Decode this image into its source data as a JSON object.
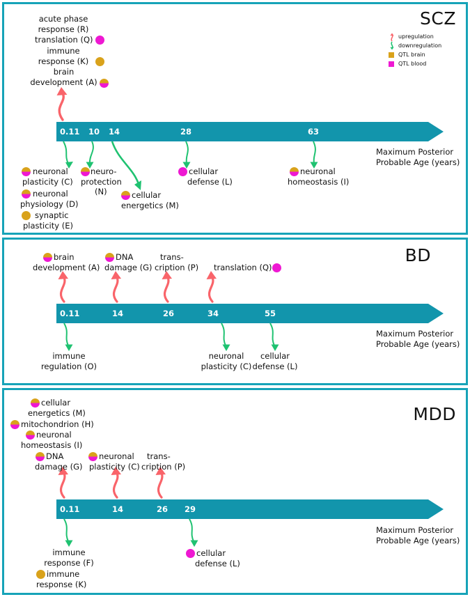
{
  "axis_caption": {
    "line1": "Maximum Posterior",
    "line2": "Probable Age (years)"
  },
  "legend": {
    "upregulation": "upregulation",
    "downregulation": "downregulation",
    "qtl_brain": "QTL brain",
    "qtl_blood": "QTL blood",
    "color_up": "#f9646a",
    "color_down": "#1fc271",
    "color_brain": "#d9a21b",
    "color_blood": "#ee18d2"
  },
  "colors": {
    "bar": "#1295ac",
    "border": "#16a3b8",
    "upregulation_arrow": "#f9646a",
    "downregulation_arrow": "#1fc271",
    "tick_text": "#ffffff"
  },
  "panels": [
    {
      "id": "scz",
      "title": "SCZ",
      "ticks": [
        "0.11",
        "10",
        "14",
        "28",
        "63"
      ],
      "above": [
        {
          "line1": "acute phase",
          "line2": "response (R)",
          "qtl": "none",
          "key": "R"
        },
        {
          "line1": "translation (Q)",
          "line2": "",
          "qtl": "blood",
          "key": "Q"
        },
        {
          "line1": "immune",
          "line2": "response (K)",
          "qtl": "brain",
          "key": "K"
        },
        {
          "line1": "brain",
          "line2": "development (A)",
          "qtl": "both",
          "key": "A"
        }
      ],
      "below": [
        {
          "line1": "neuronal",
          "line2": "plasticity (C)",
          "qtl": "both",
          "key": "C"
        },
        {
          "line1": "neuronal",
          "line2": "physiology (D)",
          "qtl": "both",
          "key": "D"
        },
        {
          "line1": "synaptic",
          "line2": "plasticity (E)",
          "qtl": "brain",
          "key": "E"
        },
        {
          "line1": "neuro-",
          "line2": "protection",
          "line3": "(N)",
          "qtl": "both",
          "key": "N"
        },
        {
          "line1": "cellular",
          "line2": "energetics (M)",
          "qtl": "both",
          "key": "M"
        },
        {
          "line1": "cellular",
          "line2": "defense (L)",
          "qtl": "blood",
          "key": "L"
        },
        {
          "line1": "neuronal",
          "line2": "homeostasis (I)",
          "qtl": "both",
          "key": "I"
        }
      ]
    },
    {
      "id": "bd",
      "title": "BD",
      "ticks": [
        "0.11",
        "14",
        "26",
        "34",
        "55"
      ],
      "above": [
        {
          "line1": "brain",
          "line2": "development (A)",
          "qtl": "both",
          "key": "A"
        },
        {
          "line1": "DNA",
          "line2": "damage (G)",
          "qtl": "both",
          "key": "G"
        },
        {
          "line1": "trans-",
          "line2": "cription (P)",
          "qtl": "none",
          "key": "P"
        },
        {
          "line1": "translation (Q)",
          "line2": "",
          "qtl": "blood",
          "key": "Q"
        }
      ],
      "below": [
        {
          "line1": "immune",
          "line2": "regulation (O)",
          "qtl": "none",
          "key": "O"
        },
        {
          "line1": "neuronal",
          "line2": "plasticity (C)",
          "qtl": "none",
          "key": "C"
        },
        {
          "line1": "cellular",
          "line2": "defense (L)",
          "qtl": "none",
          "key": "L"
        }
      ]
    },
    {
      "id": "mdd",
      "title": "MDD",
      "ticks": [
        "0.11",
        "14",
        "26",
        "29"
      ],
      "above": [
        {
          "line1": "cellular",
          "line2": "energetics (M)",
          "qtl": "both",
          "key": "M"
        },
        {
          "line1": "mitochondrion (H)",
          "line2": "",
          "qtl": "both",
          "key": "H"
        },
        {
          "line1": "neuronal",
          "line2": "homeostasis (I)",
          "qtl": "both",
          "key": "I"
        },
        {
          "line1": "DNA",
          "line2": "damage (G)",
          "qtl": "both",
          "key": "G"
        },
        {
          "line1": "neuronal",
          "line2": "plasticity (C)",
          "qtl": "both",
          "key": "C"
        },
        {
          "line1": "trans-",
          "line2": "cription (P)",
          "qtl": "none",
          "key": "P"
        }
      ],
      "below": [
        {
          "line1": "immune",
          "line2": "response (F)",
          "qtl": "none",
          "key": "F"
        },
        {
          "line1": "immune",
          "line2": "response (K)",
          "qtl": "brain",
          "key": "K"
        },
        {
          "line1": "cellular",
          "line2": "defense (L)",
          "qtl": "blood",
          "key": "L"
        }
      ]
    }
  ],
  "chart_data": {
    "type": "timeline",
    "title": "Maximum posterior probable age of gene co-expression module dysregulation in psychiatric disorders",
    "xlabel": "Maximum Posterior Probable Age (years)",
    "series": [
      {
        "name": "SCZ",
        "x": [
          0.11,
          10,
          14,
          28,
          63
        ],
        "tick_labels": [
          "0.11",
          "10",
          "14",
          "28",
          "63"
        ],
        "events": [
          {
            "age": "0.11",
            "module": "brain development (A)",
            "direction": "upregulation",
            "qtl": "both"
          },
          {
            "age": "0.11",
            "module": "immune response (K)",
            "direction": "upregulation",
            "qtl": "brain"
          },
          {
            "age": "0.11",
            "module": "translation (Q)",
            "direction": "upregulation",
            "qtl": "blood"
          },
          {
            "age": "0.11",
            "module": "acute phase response (R)",
            "direction": "upregulation",
            "qtl": "none"
          },
          {
            "age": "0.11",
            "module": "neuronal plasticity (C)",
            "direction": "downregulation",
            "qtl": "both"
          },
          {
            "age": "0.11",
            "module": "neuronal physiology (D)",
            "direction": "downregulation",
            "qtl": "both"
          },
          {
            "age": "0.11",
            "module": "synaptic plasticity (E)",
            "direction": "downregulation",
            "qtl": "brain"
          },
          {
            "age": "10",
            "module": "neuro-protection (N)",
            "direction": "downregulation",
            "qtl": "both"
          },
          {
            "age": "14",
            "module": "cellular energetics (M)",
            "direction": "downregulation",
            "qtl": "both"
          },
          {
            "age": "28",
            "module": "cellular defense (L)",
            "direction": "downregulation",
            "qtl": "blood"
          },
          {
            "age": "63",
            "module": "neuronal homeostasis (I)",
            "direction": "downregulation",
            "qtl": "both"
          }
        ]
      },
      {
        "name": "BD",
        "x": [
          0.11,
          14,
          26,
          34,
          55
        ],
        "tick_labels": [
          "0.11",
          "14",
          "26",
          "34",
          "55"
        ],
        "events": [
          {
            "age": "0.11",
            "module": "brain development (A)",
            "direction": "upregulation",
            "qtl": "both"
          },
          {
            "age": "14",
            "module": "DNA damage (G)",
            "direction": "upregulation",
            "qtl": "both"
          },
          {
            "age": "26",
            "module": "transcription (P)",
            "direction": "upregulation",
            "qtl": "none"
          },
          {
            "age": "34",
            "module": "translation (Q)",
            "direction": "upregulation",
            "qtl": "blood"
          },
          {
            "age": "0.11",
            "module": "immune regulation (O)",
            "direction": "downregulation",
            "qtl": "none"
          },
          {
            "age": "34",
            "module": "neuronal plasticity (C)",
            "direction": "downregulation",
            "qtl": "none"
          },
          {
            "age": "55",
            "module": "cellular defense (L)",
            "direction": "downregulation",
            "qtl": "none"
          }
        ]
      },
      {
        "name": "MDD",
        "x": [
          0.11,
          14,
          26,
          29
        ],
        "tick_labels": [
          "0.11",
          "14",
          "26",
          "29"
        ],
        "events": [
          {
            "age": "0.11",
            "module": "cellular energetics (M)",
            "direction": "upregulation",
            "qtl": "both"
          },
          {
            "age": "0.11",
            "module": "mitochondrion (H)",
            "direction": "upregulation",
            "qtl": "both"
          },
          {
            "age": "0.11",
            "module": "neuronal homeostasis (I)",
            "direction": "upregulation",
            "qtl": "both"
          },
          {
            "age": "0.11",
            "module": "DNA damage (G)",
            "direction": "upregulation",
            "qtl": "both"
          },
          {
            "age": "14",
            "module": "neuronal plasticity (C)",
            "direction": "upregulation",
            "qtl": "both"
          },
          {
            "age": "26",
            "module": "transcription (P)",
            "direction": "upregulation",
            "qtl": "none"
          },
          {
            "age": "0.11",
            "module": "immune response (F)",
            "direction": "downregulation",
            "qtl": "none"
          },
          {
            "age": "0.11",
            "module": "immune response (K)",
            "direction": "downregulation",
            "qtl": "brain"
          },
          {
            "age": "29",
            "module": "cellular defense (L)",
            "direction": "downregulation",
            "qtl": "blood"
          }
        ]
      }
    ]
  }
}
